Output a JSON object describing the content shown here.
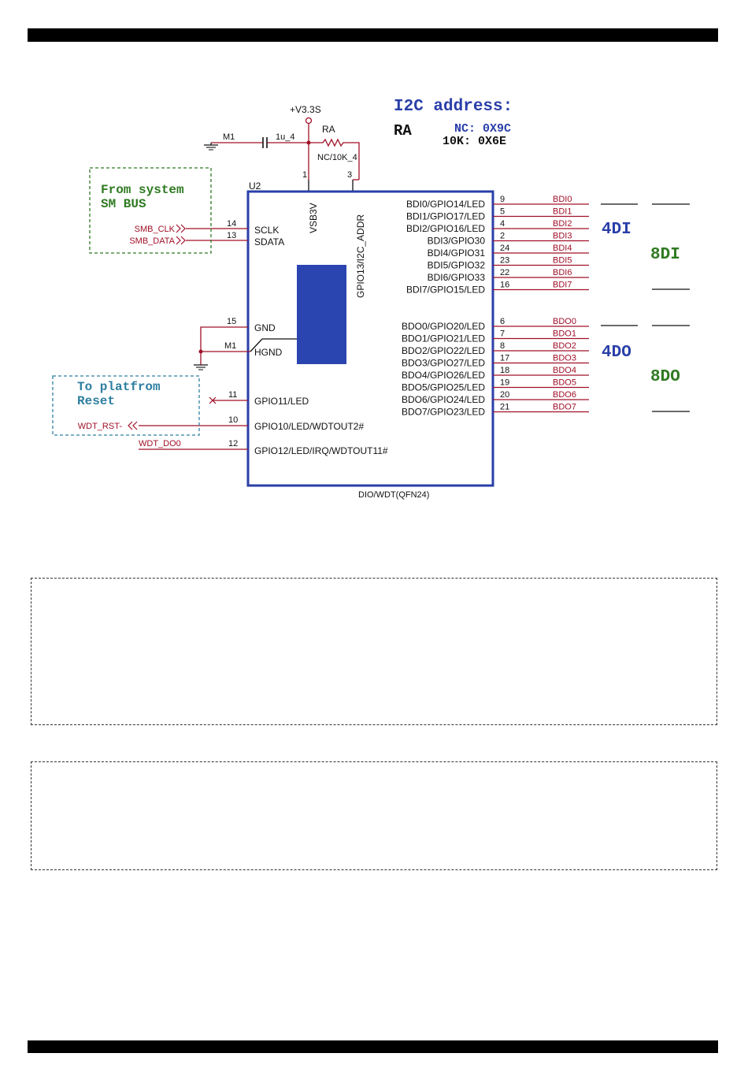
{
  "colors": {
    "blue": "#2a3fa8",
    "red": "#a01028",
    "green": "#2f7a22",
    "teal": "#2e7fa0",
    "black": "#111111",
    "chipBody": "#2b45b0"
  },
  "supply": "+V3.3S",
  "i2c": {
    "title": "I2C address:",
    "ra": "RA",
    "nc": "NC: 0X9C",
    "tenk": "10K: 0X6E"
  },
  "passives": {
    "m1_top": "M1",
    "cap": "1u_4",
    "resistor_ref": "RA",
    "resistor_val": "NC/10K_4"
  },
  "chip": {
    "ref": "U2",
    "part": "DIO/WDT(QFN24)",
    "top_pins": [
      {
        "num": "1",
        "name": "VSB3V"
      },
      {
        "num": "3",
        "name": "GPIO13/I2C_ADDR"
      }
    ],
    "left_pins": [
      {
        "num": "14",
        "name": "SCLK",
        "net": "SMB_CLK"
      },
      {
        "num": "13",
        "name": "SDATA",
        "net": "SMB_DATA"
      },
      {
        "num": "15",
        "name": "GND",
        "net": ""
      },
      {
        "num": "M1",
        "name": "HGND",
        "net": ""
      },
      {
        "num": "11",
        "name": "GPIO11/LED",
        "net": ""
      },
      {
        "num": "10",
        "name": "GPIO10/LED/WDTOUT2#",
        "net": "WDT_RST-"
      },
      {
        "num": "12",
        "name": "GPIO12/LED/IRQ/WDTOUT11#",
        "net": "WDT_DO0"
      }
    ],
    "right_pins": [
      {
        "num": "9",
        "name": "BDI0/GPIO14/LED",
        "net": "BDI0"
      },
      {
        "num": "5",
        "name": "BDI1/GPIO17/LED",
        "net": "BDI1"
      },
      {
        "num": "4",
        "name": "BDI2/GPIO16/LED",
        "net": "BDI2"
      },
      {
        "num": "2",
        "name": "BDI3/GPIO30",
        "net": "BDI3"
      },
      {
        "num": "24",
        "name": "BDI4/GPIO31",
        "net": "BDI4"
      },
      {
        "num": "23",
        "name": "BDI5/GPIO32",
        "net": "BDI5"
      },
      {
        "num": "22",
        "name": "BDI6/GPIO33",
        "net": "BDI6"
      },
      {
        "num": "16",
        "name": "BDI7/GPIO15/LED",
        "net": "BDI7"
      },
      {
        "num": "6",
        "name": "BDO0/GPIO20/LED",
        "net": "BDO0"
      },
      {
        "num": "7",
        "name": "BDO1/GPIO21/LED",
        "net": "BDO1"
      },
      {
        "num": "8",
        "name": "BDO2/GPIO22/LED",
        "net": "BDO2"
      },
      {
        "num": "17",
        "name": "BDO3/GPIO27/LED",
        "net": "BDO3"
      },
      {
        "num": "18",
        "name": "BDO4/GPIO26/LED",
        "net": "BDO4"
      },
      {
        "num": "19",
        "name": "BDO5/GPIO25/LED",
        "net": "BDO5"
      },
      {
        "num": "20",
        "name": "BDO6/GPIO24/LED",
        "net": "BDO6"
      },
      {
        "num": "21",
        "name": "BDO7/GPIO23/LED",
        "net": "BDO7"
      }
    ]
  },
  "notes": {
    "smbus_1": "From system",
    "smbus_2": "SM BUS",
    "reset_1": "To platfrom",
    "reset_2": "Reset",
    "di4": "4DI",
    "di8": "8DI",
    "do4": "4DO",
    "do8": "8DO"
  }
}
